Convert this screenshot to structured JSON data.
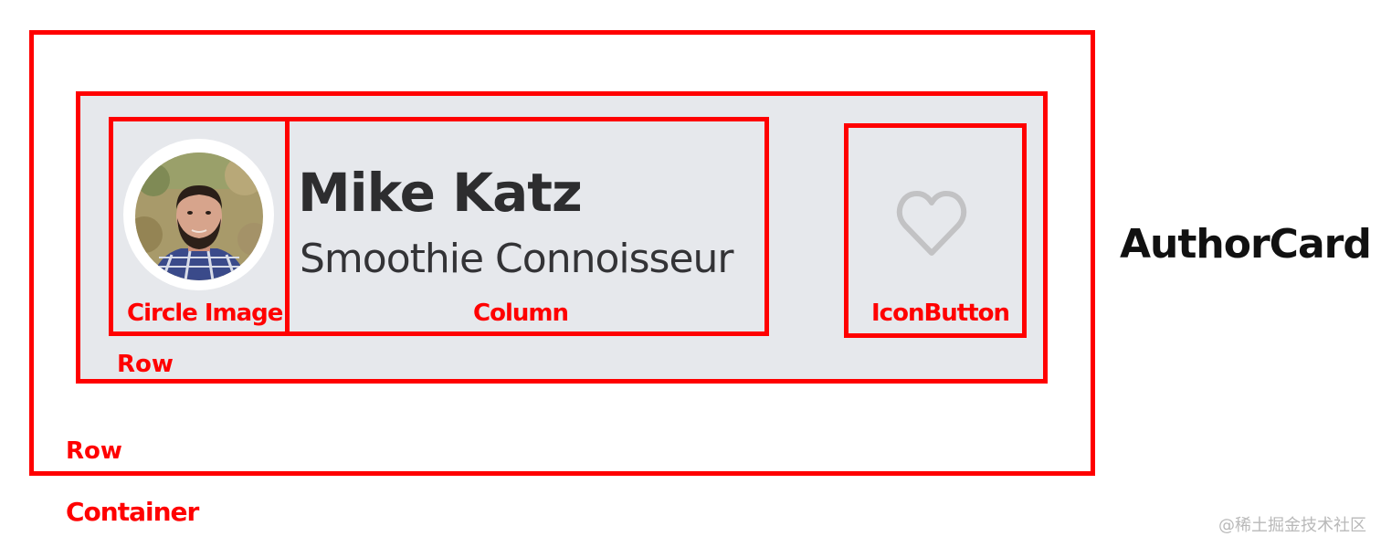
{
  "widget": {
    "name": "AuthorCard"
  },
  "card": {
    "author_name": "Mike Katz",
    "author_title": "Smoothie Connoisseur",
    "avatar": "author-photo",
    "favorite_icon": "heart-outline-icon",
    "background_color": "#e6e8ec"
  },
  "labels": {
    "circle_image": "Circle Image",
    "column": "Column",
    "icon_button": "IconButton",
    "row_inner": "Row",
    "row_outer": "Row",
    "container": "Container"
  },
  "colors": {
    "annotation": "#ff0000",
    "name_text": "#2d2d2f",
    "heart": "#c2c2c4"
  },
  "watermark": "@稀土掘金技术社区"
}
